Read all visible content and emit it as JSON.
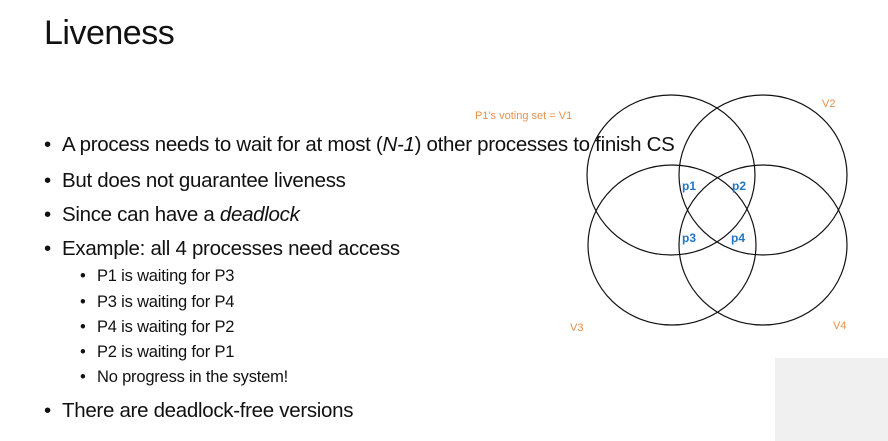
{
  "title": "Liveness",
  "bullets": [
    {
      "pre": "A process needs to wait for at most (",
      "em": "N-1",
      "post": ") other processes to finish CS"
    },
    {
      "pre": "But does not guarantee liveness"
    },
    {
      "pre": "Since can have a ",
      "em": "deadlock"
    },
    {
      "pre": "Example: all 4 processes need access"
    }
  ],
  "sub_bullets": [
    "P1 is waiting for P3",
    "P3 is waiting for P4",
    "P4 is waiting for P2",
    "P2 is waiting for P1",
    "No progress in the system!"
  ],
  "last_bullet": "There are deadlock-free versions",
  "diagram": {
    "caption": "P1's voting set = V1",
    "sets": [
      "V2",
      "V3",
      "V4"
    ],
    "processes": [
      "p1",
      "p2",
      "p3",
      "p4"
    ],
    "colors": {
      "set_label": "#e8904a",
      "process_label": "#1f77c4"
    }
  }
}
